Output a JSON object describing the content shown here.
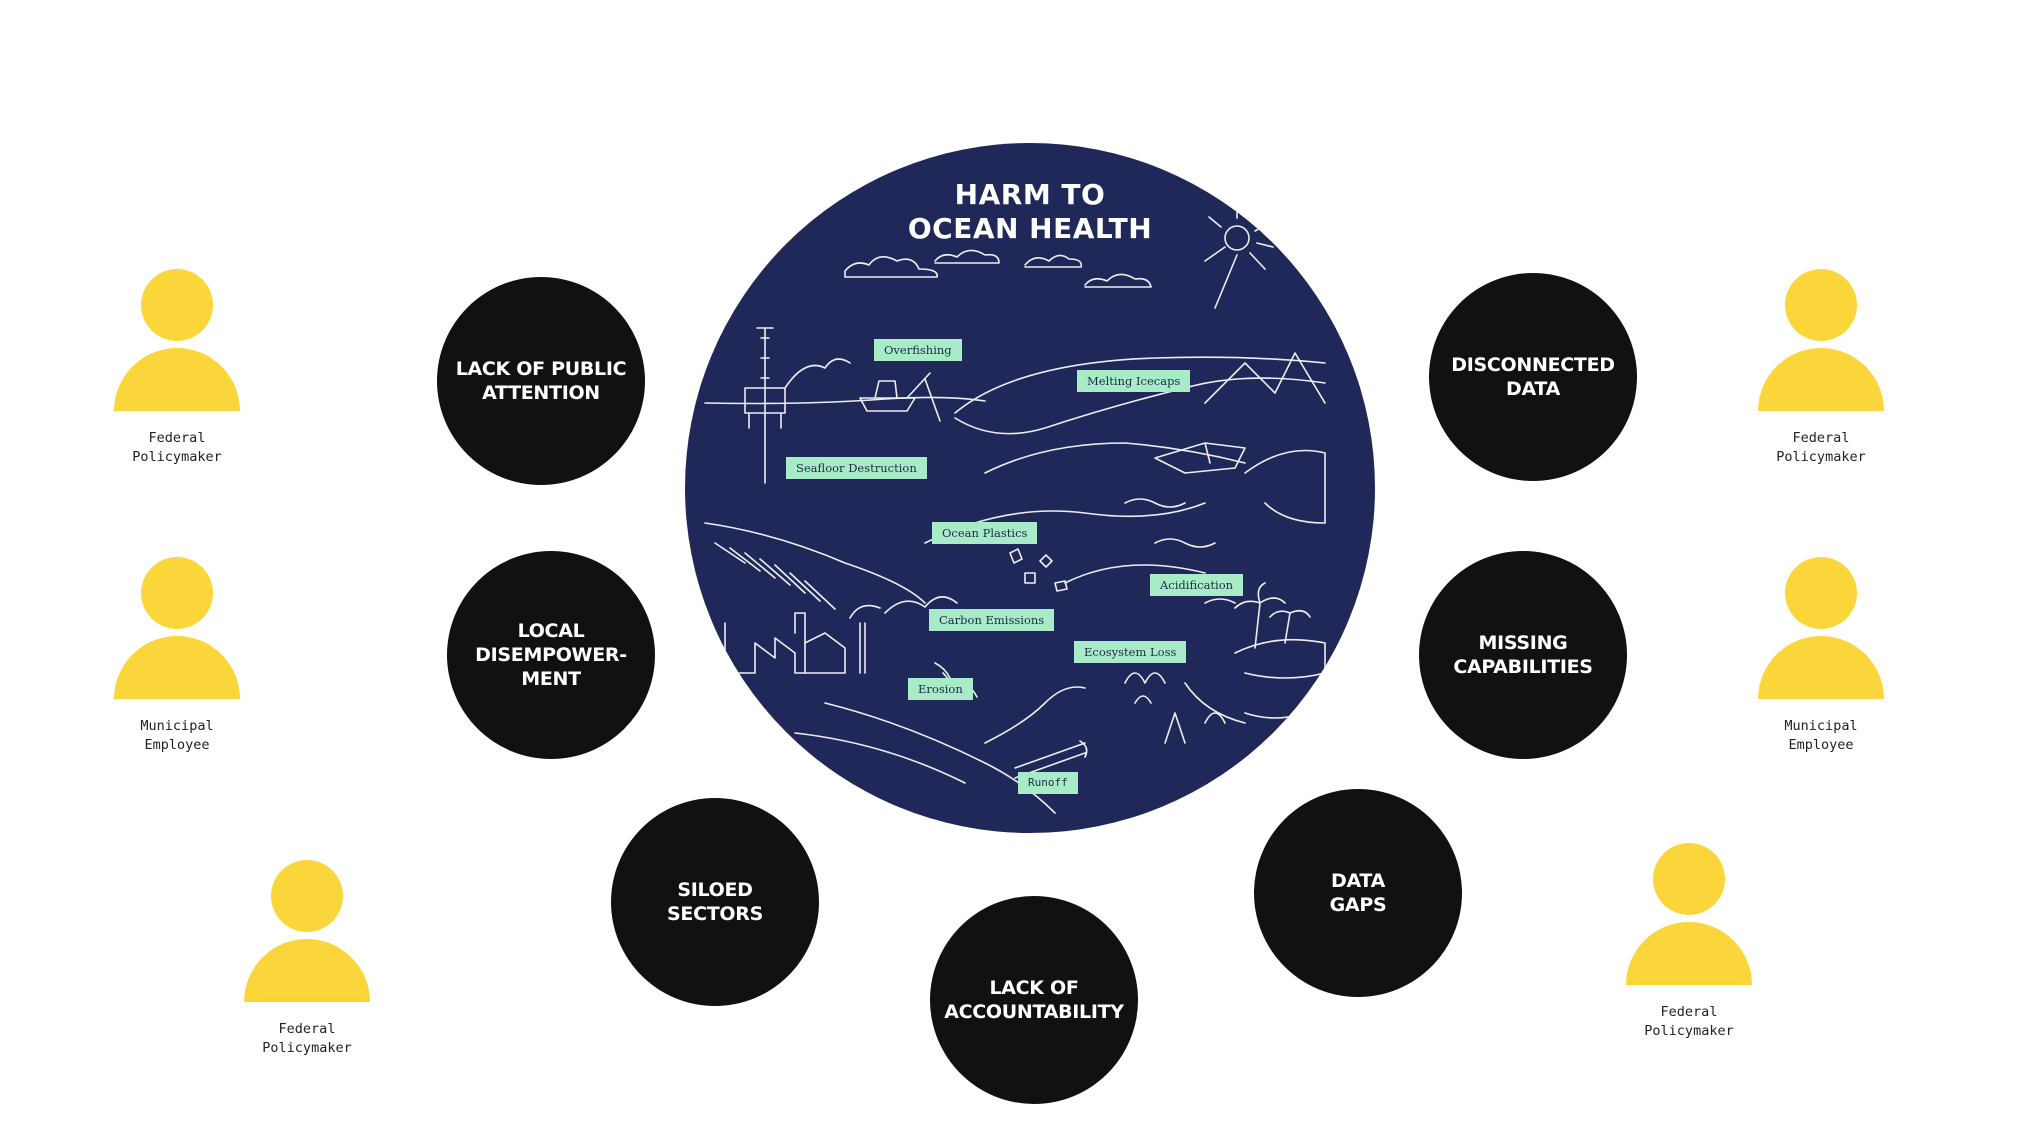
{
  "center": {
    "title_line1": "HARM TO",
    "title_line2": "OCEAN HEALTH",
    "color": "#20285a",
    "tag_color": "#a8ecc7",
    "tags": {
      "overfishing": "Overfishing",
      "melting_icecaps": "Melting Icecaps",
      "seafloor_destruction": "Seafloor Destruction",
      "ocean_plastics": "Ocean Plastics",
      "acidification": "Acidification",
      "carbon_emissions": "Carbon Emissions",
      "ecosystem_loss": "Ecosystem Loss",
      "erosion": "Erosion",
      "runoff": "Runoff"
    }
  },
  "barriers": {
    "lack_public_attention": "LACK OF PUBLIC\nATTENTION",
    "local_disempowerment": "LOCAL\nDISEMPOWER-\nMENT",
    "siloed_sectors": "SILOED\nSECTORS",
    "lack_accountability": "LACK OF\nACCOUNTABILITY",
    "data_gaps": "DATA\nGAPS",
    "missing_capabilities": "MISSING\nCAPABILITIES",
    "disconnected_data": "DISCONNECTED\nDATA"
  },
  "stakeholders": {
    "left_top": "Federal\nPolicymaker",
    "left_middle": "Municipal\nEmployee",
    "left_bottom": "Federal\nPolicymaker",
    "right_top": "Federal\nPolicymaker",
    "right_middle": "Municipal\nEmployee",
    "right_bottom": "Federal\nPolicymaker"
  },
  "person_color": "#fbd63a",
  "barrier_color": "#111111"
}
